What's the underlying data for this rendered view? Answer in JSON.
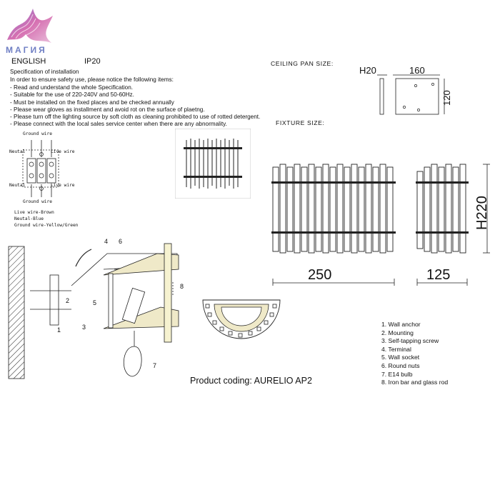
{
  "brand": {
    "name": "МАГИЯ"
  },
  "header": {
    "language": "ENGLISH",
    "ip_rating": "IP20"
  },
  "specification": {
    "title": "Specification of installation",
    "intro": "In order to ensure safety use, please notice the following items:",
    "items": [
      "- Read and understand the whole Specification.",
      "- Suitable for the use of 220-240V and 50-60Hz.",
      "- Must be installed on the fixed places and be checked annually",
      "- Please wear gloves as installment and avoid rot on the surface of plaetng.",
      "- Please turn off the lighting source by soft cloth as cleaning prohibited to use of rotted detergent.",
      "- Please connect with the local sales service center when there are any abnormality."
    ]
  },
  "wiring": {
    "ground_top": "Ground wire",
    "neutral_top": "Neutal",
    "live_top": "Live wire",
    "neutral_bottom": "Neutal",
    "live_bottom": "Live wire",
    "ground_bottom": "Ground wire",
    "legend": [
      "Live wire-Brown",
      "Neutal-Blue",
      "Ground wire-Yellow/Green"
    ]
  },
  "ceiling_pan": {
    "title": "CEILING PAN  SIZE:",
    "height": "H20",
    "width": "160",
    "depth": "120"
  },
  "fixture": {
    "title": "FIXTURE SIZE:",
    "width": "250",
    "depth": "125",
    "height": "H220"
  },
  "callouts": [
    "1",
    "2",
    "3",
    "4",
    "5",
    "6",
    "7",
    "8"
  ],
  "parts": [
    "1. Wall anchor",
    "2. Mounting",
    "3. Self-tapping screw",
    "4. Terminal",
    "5. Wall socket",
    "6. Round nuts",
    "7. E14 bulb",
    "8. Iron bar and glass rod"
  ],
  "product_coding": "Product coding: AURELIO AP2"
}
